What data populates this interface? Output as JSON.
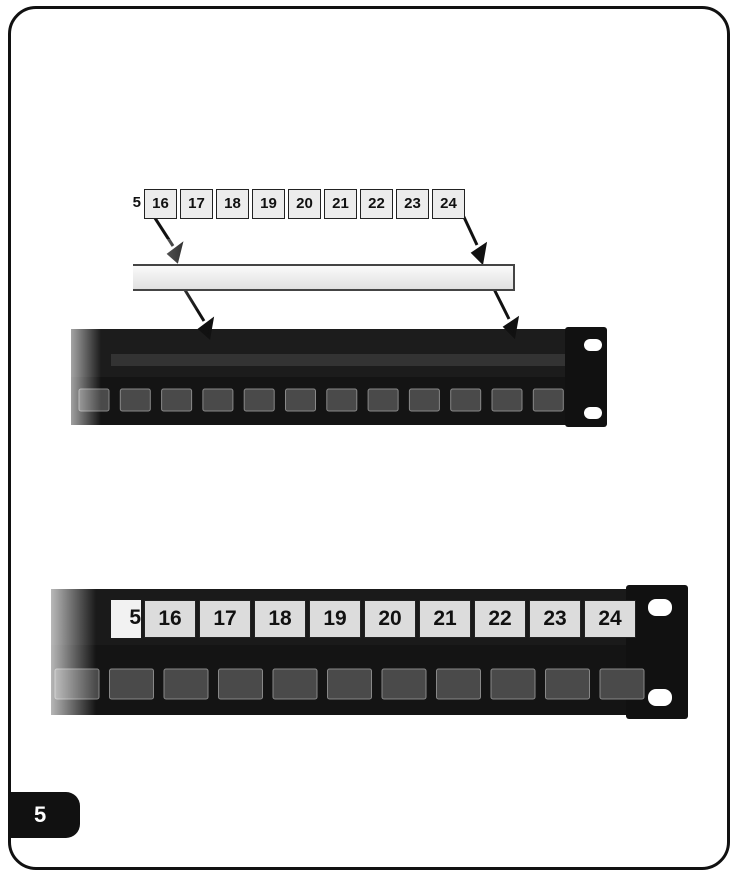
{
  "step": {
    "number": "5"
  },
  "top_strip": {
    "partial": "5",
    "ports": [
      "16",
      "17",
      "18",
      "19",
      "20",
      "21",
      "22",
      "23",
      "24"
    ]
  },
  "bottom_strip": {
    "partial": "5",
    "ports": [
      "16",
      "17",
      "18",
      "19",
      "20",
      "21",
      "22",
      "23",
      "24"
    ]
  }
}
